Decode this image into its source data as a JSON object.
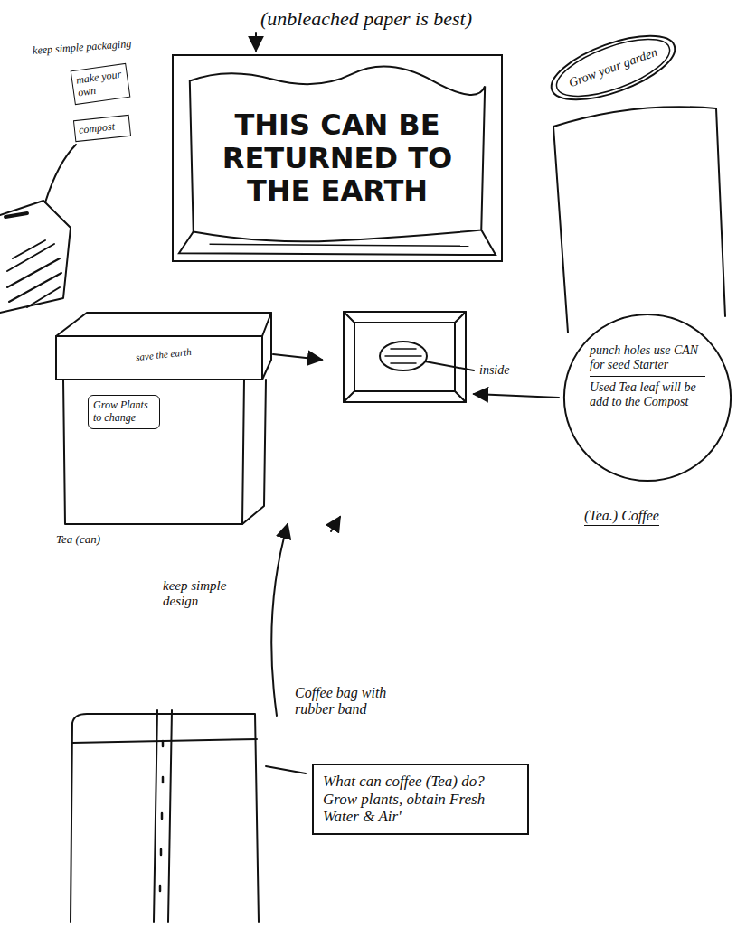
{
  "diagram": {
    "nodes": [
      {
        "text": [
          "make your own"
        ]
      },
      {
        "text": [
          "compost"
        ]
      },
      {
        "text": [
          "THIS CAN BE RETURNED TO THE EARTH"
        ]
      },
      {
        "text": [
          "Grow your garden"
        ]
      },
      {
        "text": [
          "Grow Plants to change"
        ]
      },
      {
        "text": [
          "punch holes use CAN for seed Starter",
          "Used Tea leaf will be add to the Compost"
        ]
      },
      {
        "text": [
          "What can coffee (Tea) do? Grow plants, obtain Fresh Water & Air'"
        ]
      }
    ],
    "labels": [
      "(unbleached paper is best)",
      "keep simple packaging",
      "save the earth",
      "Tea (can)",
      "inside",
      "(Tea.) Coffee",
      "keep simple design",
      "Coffee bag with rubber band"
    ]
  }
}
